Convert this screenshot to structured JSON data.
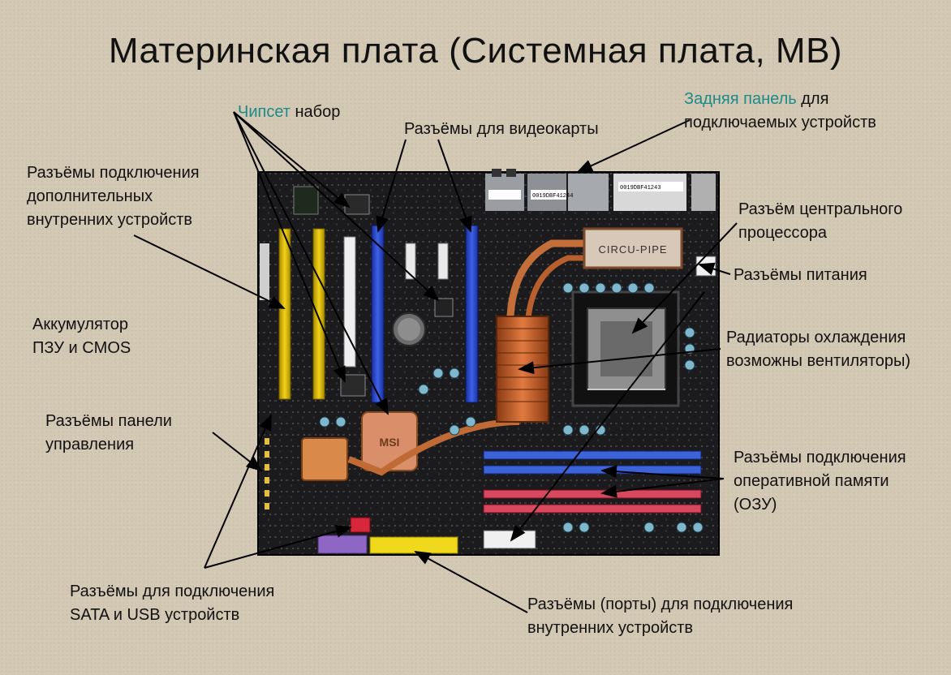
{
  "title": "Материнская плата (Системная плата, МВ)",
  "colors": {
    "accent": "#1d8a8a",
    "text": "#111111",
    "background": "#d3c8b3"
  },
  "board": {
    "heatsink_label": "CIRCU-PIPE",
    "chip_label_1": "0019DBF41244",
    "chip_label_2": "0019DBF41243",
    "logo": "MSI"
  },
  "labels": {
    "chipset_accent": "Чипсет",
    "chipset_rest": " набор",
    "video": "Разъёмы для видеокарты",
    "rear_accent": "Задняя панель",
    "rear_rest1": " для",
    "rear_line2": "подключаемых устройств",
    "ext_line1": "Разъёмы подключения",
    "ext_line2": "дополнительных",
    "ext_line3": "внутренних устройств",
    "cpu_line1": "Разъём центрального",
    "cpu_line2": "процессора",
    "power": "Разъёмы питания",
    "battery_line1": "Аккумулятор",
    "battery_line2": "ПЗУ и CMOS",
    "cooling_line1": "Радиаторы охлаждения",
    "cooling_line2": "возможны вентиляторы)",
    "panel_line1": "Разъёмы панели",
    "panel_line2": "управления",
    "ram_line1": "Разъёмы подключения",
    "ram_line2": "оперативной памяти",
    "ram_line3": "(ОЗУ)",
    "sata_line1": "Разъёмы для подключения",
    "sata_line2": "SATA  и USB устройств",
    "ports_line1": "Разъёмы  (порты) для подключения",
    "ports_line2": "внутренних устройств"
  }
}
